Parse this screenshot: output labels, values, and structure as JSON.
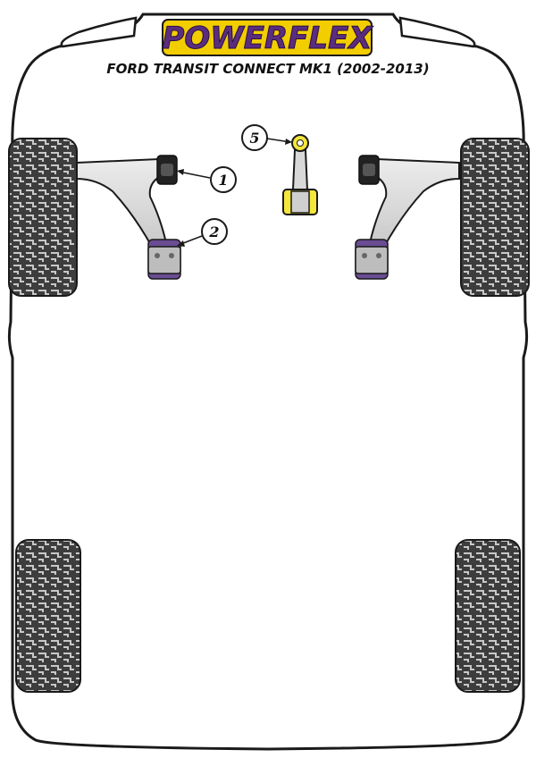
{
  "brand": {
    "logo_text": "POWERFLEX",
    "logo_fill": "#5b2d7e",
    "logo_highlight": "#f2cd00"
  },
  "title": "FORD TRANSIT CONNECT MK1 (2002-2013)",
  "callouts": [
    {
      "label": "1"
    },
    {
      "label": "2"
    },
    {
      "label": "5"
    }
  ],
  "colors": {
    "outline": "#1a1a1a",
    "arm": "#d8d8d8",
    "bush_black": "#222222",
    "bush_purple": "#6a4c93",
    "bush_grey": "#bdbdbd",
    "bush_yellow": "#f4e63a",
    "tyre": "#3d3d3d"
  }
}
